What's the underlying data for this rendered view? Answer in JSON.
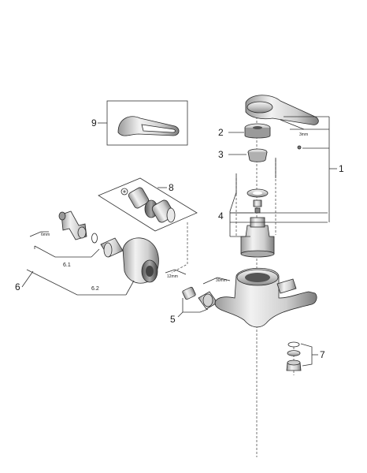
{
  "callouts": {
    "c1": "1",
    "c2": "2",
    "c3": "3",
    "c4": "4",
    "c5": "5",
    "c6": "6",
    "c6_1": "6.1",
    "c6_2": "6.2",
    "c7": "7",
    "c8": "8",
    "c9": "9"
  },
  "tool_labels": {
    "t3mm": "3mm",
    "t6mm": "6mm",
    "t12mm": "12mm",
    "t30mm": "30mm"
  },
  "colors": {
    "line": "#333333",
    "part_light": "#e6e6e6",
    "part_mid": "#bdbdbd",
    "part_dark": "#7a7a7a"
  }
}
